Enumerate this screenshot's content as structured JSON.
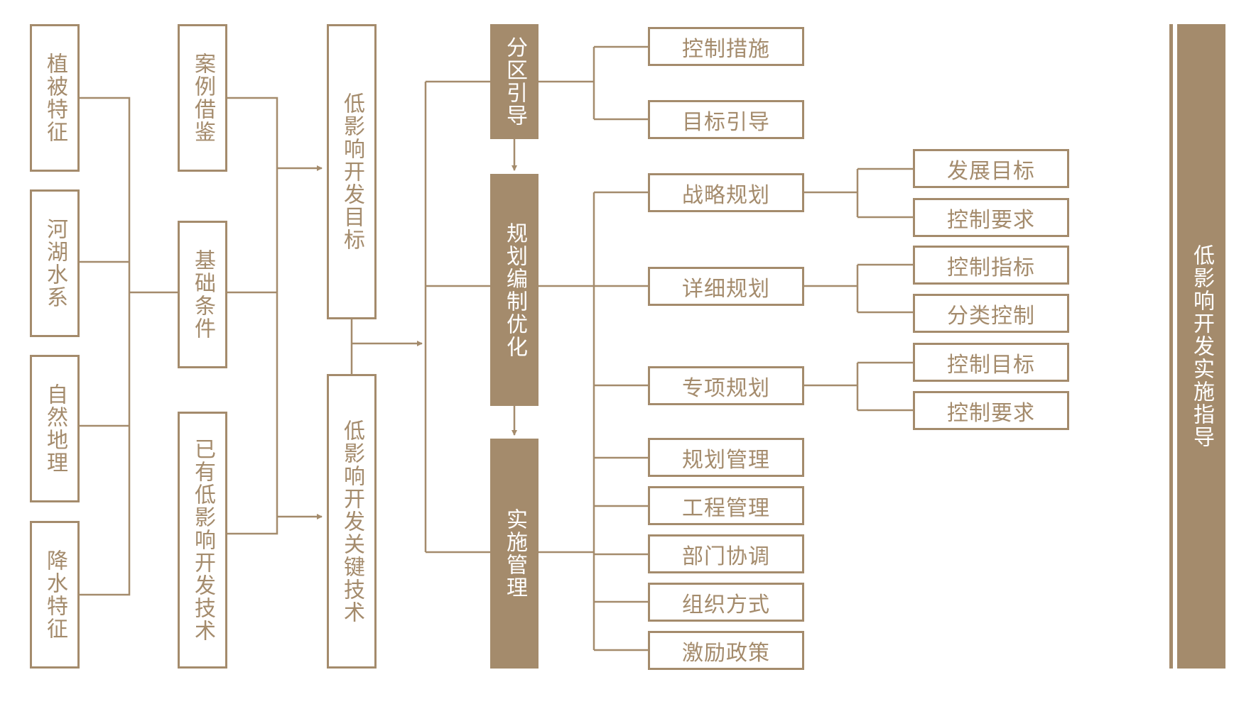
{
  "colors": {
    "brand": "#a48b6c",
    "background": "#ffffff"
  },
  "factors": [
    "植被特征",
    "河湖水系",
    "自然地理",
    "降水特征"
  ],
  "foundations": [
    "案例借鉴",
    "基础条件",
    "已有低影响开发技术"
  ],
  "targets": [
    "低影响开发目标",
    "低影响开发关键技术"
  ],
  "core": [
    "分区引导",
    "规划编制优化",
    "实施管理"
  ],
  "zone_items": [
    "控制措施",
    "目标引导"
  ],
  "plan_items": [
    "战略规划",
    "详细规划",
    "专项规划"
  ],
  "sub_items": {
    "strategic": [
      "发展目标",
      "控制要求"
    ],
    "detailed": [
      "控制指标",
      "分类控制"
    ],
    "special": [
      "控制目标",
      "控制要求"
    ]
  },
  "impl_items": [
    "规划管理",
    "工程管理",
    "部门协调",
    "组织方式",
    "激励政策"
  ],
  "side_title": "低影响开发实施指导"
}
